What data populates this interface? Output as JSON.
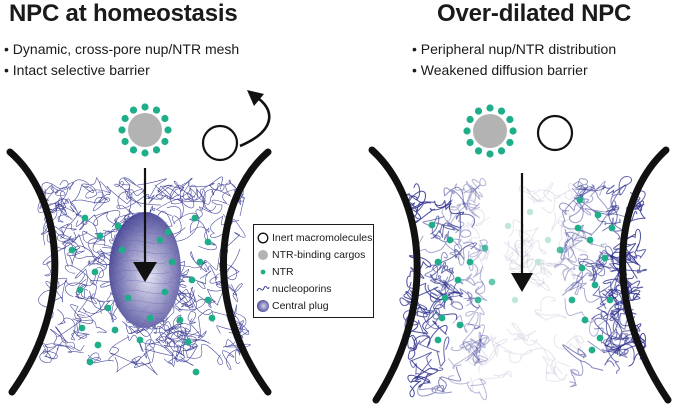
{
  "left_panel": {
    "title": "NPC at homeostasis",
    "bullets": [
      "Dynamic, cross-pore nup/NTR mesh",
      "Intact selective barrier"
    ]
  },
  "right_panel": {
    "title": "Over-dilated NPC",
    "bullets": [
      "Peripheral nup/NTR distribution",
      "Weakened diffusion barrier"
    ]
  },
  "legend": {
    "items": [
      {
        "label": "Inert macromolecules",
        "icon": "open-circle-icon"
      },
      {
        "label": "NTR-binding cargos",
        "icon": "gray-disk-icon"
      },
      {
        "label": "NTR",
        "icon": "green-dot-icon"
      },
      {
        "label": "nucleoporins",
        "icon": "squiggle-icon"
      },
      {
        "label": "Central plug",
        "icon": "purple-ellipse-icon"
      }
    ]
  },
  "colors": {
    "ntr": "#1fae8a",
    "cargo": "#b3b3b3",
    "mesh": "#2a2d8c",
    "plug_center": "#e6e6f5",
    "plug_edge": "#3d3b8f",
    "wall": "#111111"
  }
}
